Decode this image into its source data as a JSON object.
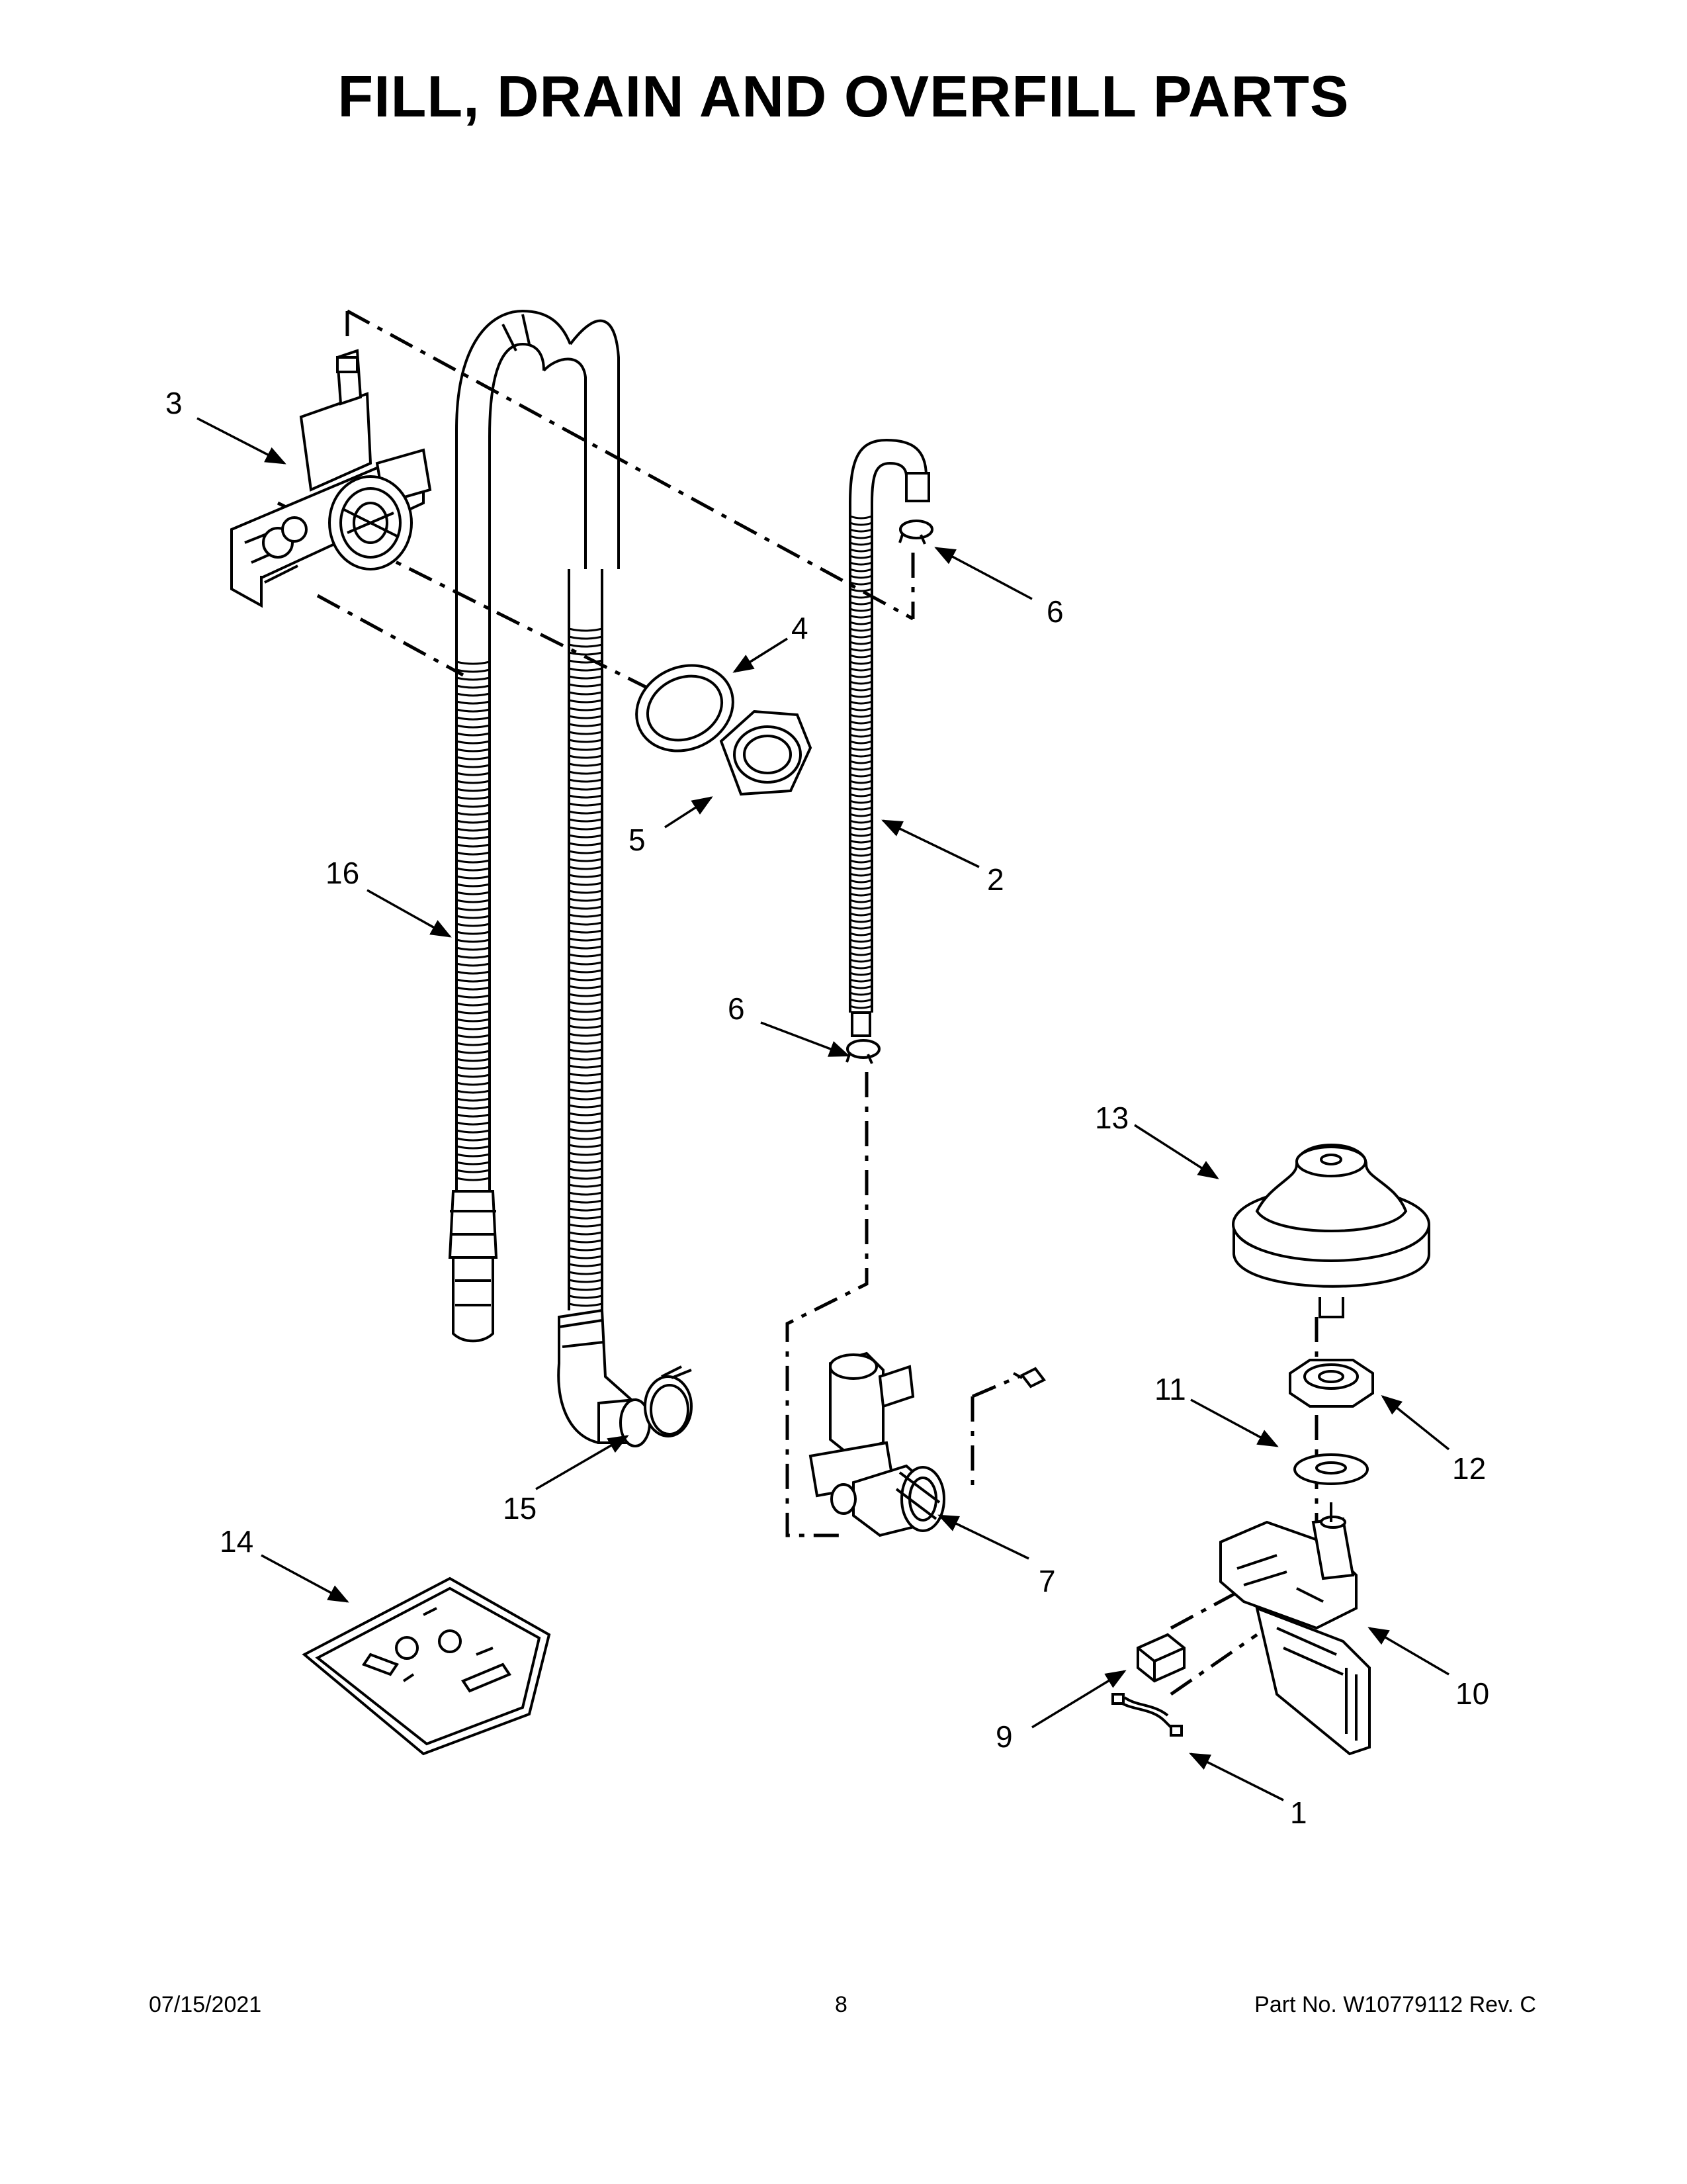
{
  "title": "FILL, DRAIN AND OVERFILL PARTS",
  "callouts": [
    {
      "id": "c1",
      "label": "1"
    },
    {
      "id": "c2",
      "label": "2"
    },
    {
      "id": "c3",
      "label": "3"
    },
    {
      "id": "c4",
      "label": "4"
    },
    {
      "id": "c5",
      "label": "5"
    },
    {
      "id": "c6a",
      "label": "6"
    },
    {
      "id": "c6b",
      "label": "6"
    },
    {
      "id": "c7",
      "label": "7"
    },
    {
      "id": "c9",
      "label": "9"
    },
    {
      "id": "c10",
      "label": "10"
    },
    {
      "id": "c11",
      "label": "11"
    },
    {
      "id": "c12",
      "label": "12"
    },
    {
      "id": "c13",
      "label": "13"
    },
    {
      "id": "c14",
      "label": "14"
    },
    {
      "id": "c15",
      "label": "15"
    },
    {
      "id": "c16",
      "label": "16"
    }
  ],
  "footer": {
    "date": "07/15/2021",
    "page": "8",
    "part_no": "Part No.  W10779112  Rev.  C"
  }
}
